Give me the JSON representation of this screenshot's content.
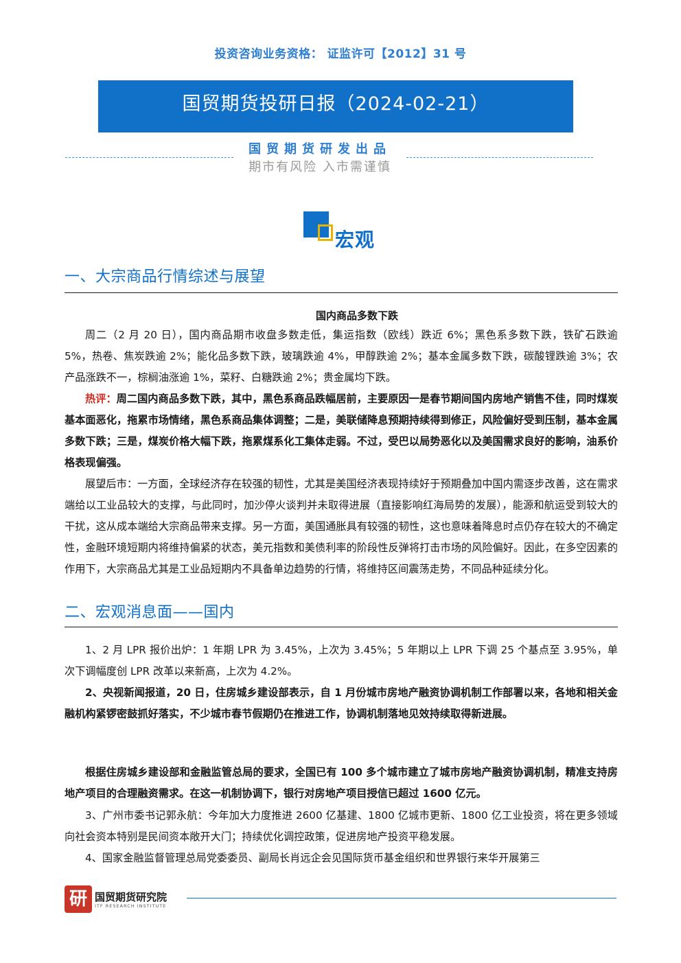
{
  "header": {
    "qualification": "投资咨询业务资格：  证监许可【2012】31 号",
    "title": "国贸期货投研日报（2024-02-21）",
    "publisher": "国贸期货研发出品",
    "slogan": "期市有风险  入市需谨慎"
  },
  "section_tag": {
    "label": "宏观",
    "colors": {
      "block": "#1170c8",
      "frame": "#e6b400"
    }
  },
  "section1": {
    "heading": "一、大宗商品行情综述与展望",
    "subtitle": "国内商品多数下跌",
    "p1": "周二（2 月 20 日），国内商品期市收盘多数走低，集运指数（欧线）跌近 6%；黑色系多数下跌，铁矿石跌逾 5%，热卷、焦炭跌逾 2%；能化品多数下跌，玻璃跌逾 4%，甲醇跌逾 2%；基本金属多数下跌，碳酸锂跌逾 3%；农产品涨跌不一，棕榈油涨逾 1%，菜籽、白糖跌逾 2%；贵金属均下跌。",
    "p2_label": "热评：",
    "p2": "周二国内商品多数下跌，其中，黑色系商品跌幅居前，主要原因一是春节期间国内房地产销售不佳，同时煤炭基本面恶化，拖累市场情绪，黑色系商品集体调整；二是，美联储降息预期持续得到修正，风险偏好受到压制，基本金属多数下跌；三是，煤炭价格大幅下跌，拖累煤系化工集体走弱。不过，受巴以局势恶化以及美国需求良好的影响，油系价格表现偏强。",
    "p3": "展望后市：一方面，全球经济存在较强的韧性，尤其是美国经济表现持续好于预期叠加中国内需逐步改善，这在需求端给以工业品较大的支撑，与此同时，加沙停火谈判并未取得进展（直接影响红海局势的发展），能源和航运受到较大的干扰，这从成本端给大宗商品带来支撑。另一方面，美国通胀具有较强的韧性，这也意味着降息时点仍存在较大的不确定性，金融环境短期内将维持偏紧的状态，美元指数和美债利率的阶段性反弹将打击市场的风险偏好。因此，在多空因素的作用下，大宗商品尤其是工业品短期内不具备单边趋势的行情，将维持区间震荡走势，不同品种延续分化。"
  },
  "section2": {
    "heading": "二、宏观消息面——国内",
    "items": [
      "1、2 月 LPR 报价出炉：1 年期 LPR 为 3.45%，上次为 3.45%；5 年期以上 LPR 下调 25 个基点至 3.95%，单次下调幅度创 LPR 改革以来新高，上次为 4.2%。",
      "2、央视新闻报道，20 日，住房城乡建设部表示，自 1 月份城市房地产融资协调机制工作部署以来，各地和相关金融机构紧锣密鼓抓好落实，不少城市春节假期仍在推进工作，协调机制落地见效持续取得新进展。",
      "根据住房城乡建设部和金融监管总局的要求，全国已有 100 多个城市建立了城市房地产融资协调机制，精准支持房地产项目的合理融资需求。在这一机制协调下，银行对房地产项目授信已超过 1600 亿元。",
      "3、广州市委书记郭永航：今年加大力度推进 2600 亿基建、1800 亿城市更新、1800 亿工业投资，将在更多领域向社会资本特别是民间资本敞开大门；持续优化调控政策，促进房地产投资平稳发展。",
      "4、国家金融监督管理总局党委委员、副局长肖远企会见国际货币基金组织和世界银行来华开展第三"
    ]
  },
  "footer": {
    "seal_char": "研",
    "org_name": "国贸期货研究院",
    "org_en": "ITF RESEARCH INSTITUTE"
  },
  "colors": {
    "brand_blue": "#1170c8",
    "light_blue": "#2f7fd0",
    "hot_red": "#d02a1f"
  }
}
